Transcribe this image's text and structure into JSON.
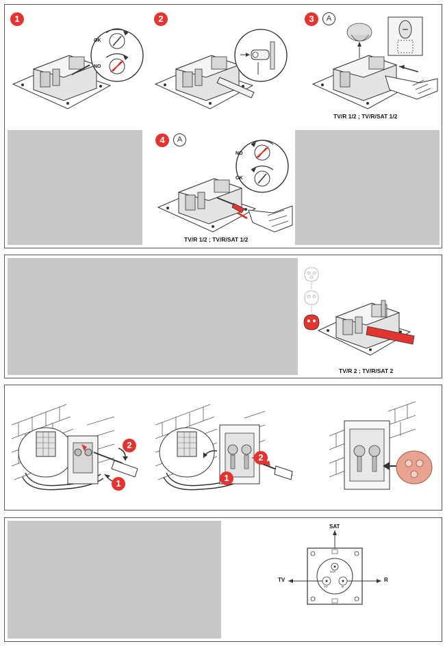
{
  "panel1": {
    "steps": [
      {
        "number": "1",
        "ok_label": "OK",
        "no_label": "NO"
      },
      {
        "number": "2"
      },
      {
        "number": "3",
        "letter": "A",
        "caption": "TV/R 1/2 ; TV/R/SAT 1/2"
      },
      {
        "number": "4",
        "letter": "A",
        "no_label": "NO",
        "ok_label": "OK",
        "caption": "TV/R 1/2 ; TV/R/SAT 1/2"
      }
    ]
  },
  "panel2": {
    "caption": "TV/R 2 ; TV/R/SAT 2"
  },
  "panel3": {
    "markers": [
      "2",
      "1",
      "1",
      "2"
    ]
  },
  "panel4": {
    "labels": {
      "sat": "SAT",
      "tv": "TV",
      "r": "R",
      "sat_small": "SAT",
      "tv_small": "TV",
      "r_small": "R"
    }
  },
  "colors": {
    "accent": "#e3342f",
    "gray_block": "#c8c8c8",
    "border": "#555555",
    "cover": "#e8a391"
  }
}
